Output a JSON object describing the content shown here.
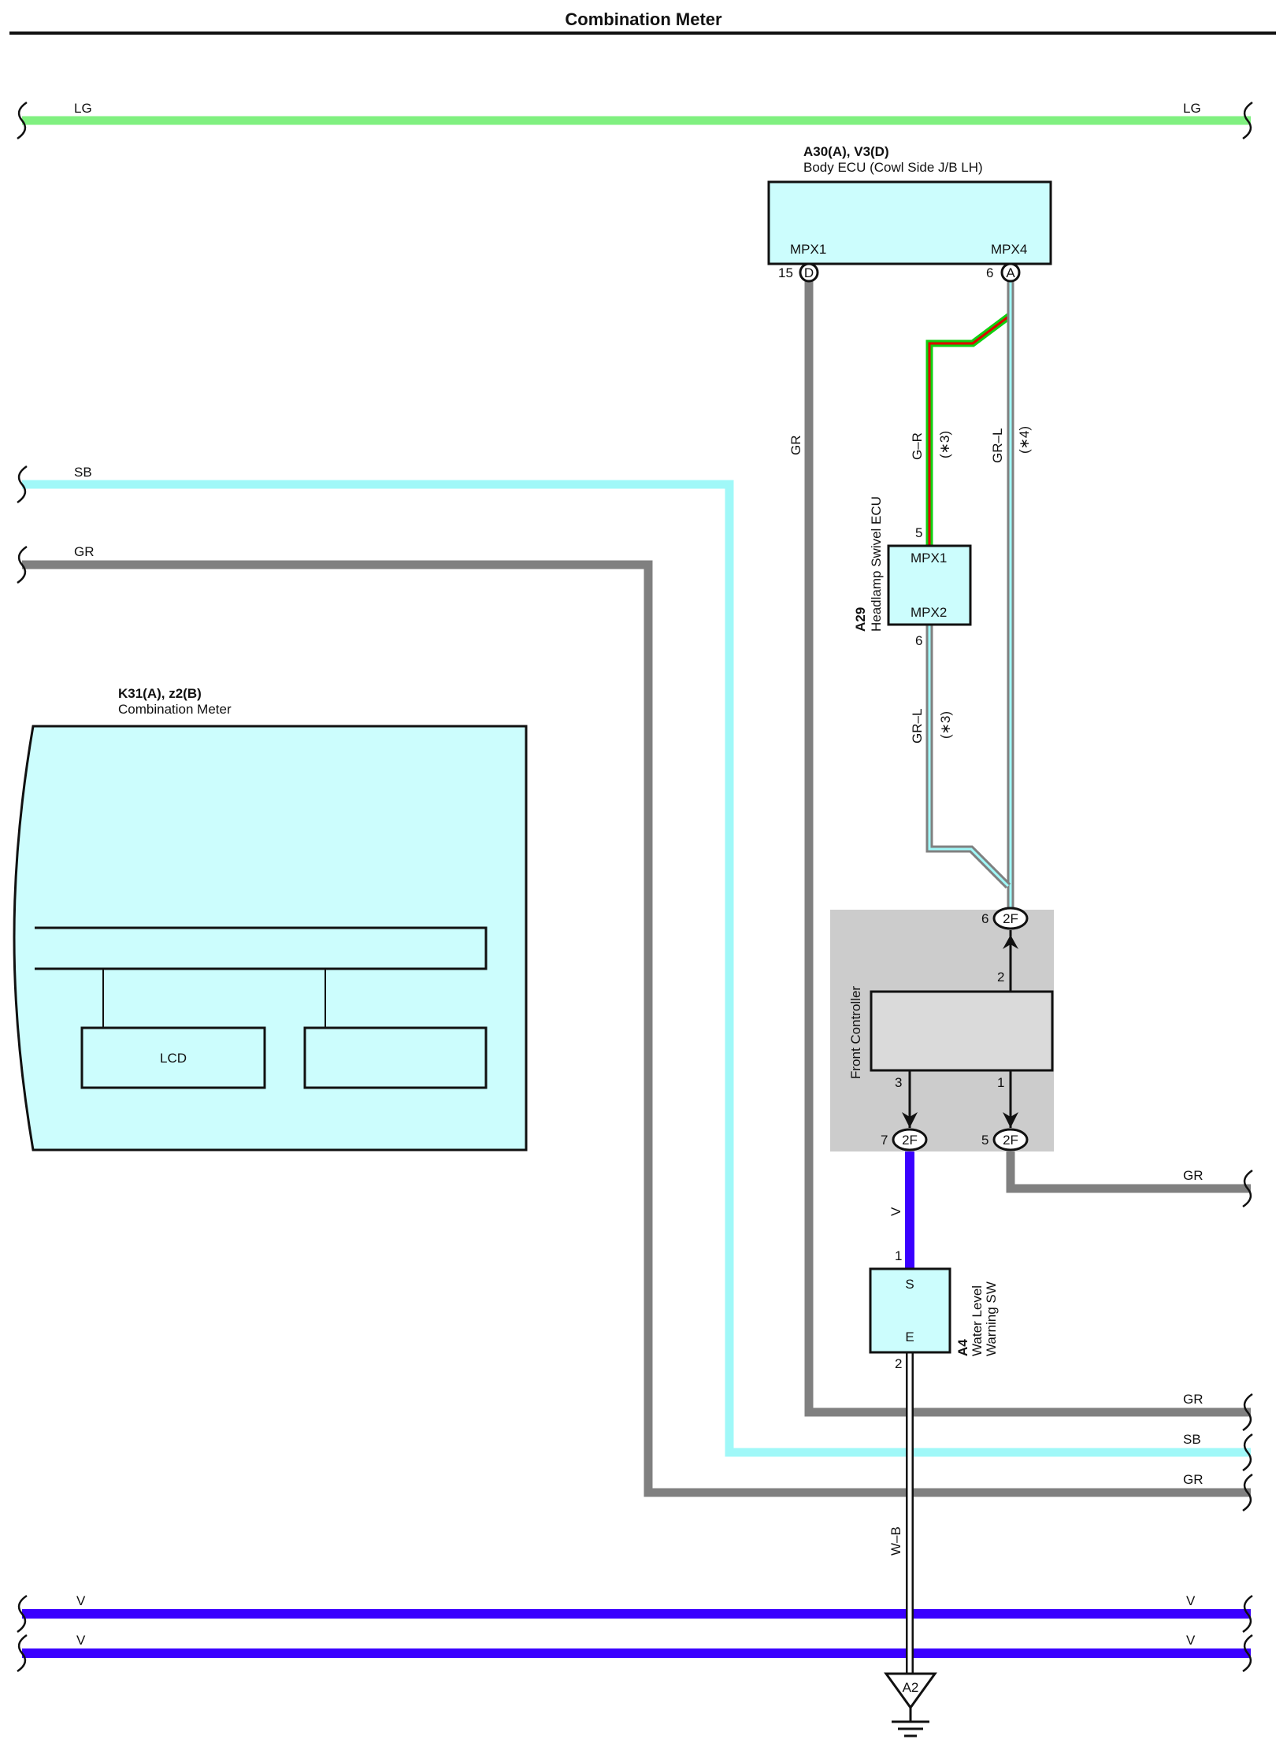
{
  "page_title": "Combination Meter",
  "wires": {
    "top_lg_left": "LG",
    "top_lg_right": "LG",
    "sb_left": "SB",
    "gr_left": "GR",
    "gr_vertical": "GR",
    "g_r": "G–R",
    "g_r_note": "(∗3)",
    "gr_l_top": "GR–L",
    "gr_l_top_note": "(∗4)",
    "gr_l_mid": "GR–L",
    "gr_l_mid_note": "(∗3)",
    "v_vertical": "V",
    "gr_right_2f": "GR",
    "gr_right_1": "GR",
    "sb_right": "SB",
    "gr_right_2": "GR",
    "w_b": "W–B",
    "v1_left": "V",
    "v1_right": "V",
    "v2_left": "V",
    "v2_right": "V"
  },
  "body_ecu": {
    "code": "A30(A), V3(D)",
    "name": "Body ECU (Cowl Side J/B LH)",
    "pin_left_label": "MPX1",
    "pin_right_label": "MPX4",
    "pin_left_no": "15",
    "pin_left_conn": "D",
    "pin_right_no": "6",
    "pin_right_conn": "A"
  },
  "headlamp_ecu": {
    "code": "A29",
    "name": "Headlamp Swivel ECU",
    "pin1_label": "MPX1",
    "pin2_label": "MPX2",
    "pin1_no": "5",
    "pin2_no": "6"
  },
  "front_controller": {
    "name": "Front Controller",
    "pin_top": "2",
    "pin_left": "3",
    "pin_right": "1",
    "conn_top_no": "6",
    "conn_top": "2F",
    "conn_left_no": "7",
    "conn_left": "2F",
    "conn_right_no": "5",
    "conn_right": "2F"
  },
  "combination_meter": {
    "code": "K31(A), z2(B)",
    "name": "Combination Meter",
    "lcd_label": "LCD"
  },
  "water_sw": {
    "code": "A4",
    "name_line1": "Water Level",
    "name_line2": "Warning SW",
    "pin_s": "S",
    "pin_e": "E",
    "pin_s_no": "1",
    "pin_e_no": "2"
  },
  "ground": {
    "label": "A2"
  },
  "colors": {
    "LG": "#80f080",
    "SB": "#a0f8f8",
    "GR": "#808080",
    "V": "#3a00ff",
    "component_fill": "#ccfdfd",
    "controller_bg": "#cccccc",
    "controller_box": "#dadada"
  }
}
